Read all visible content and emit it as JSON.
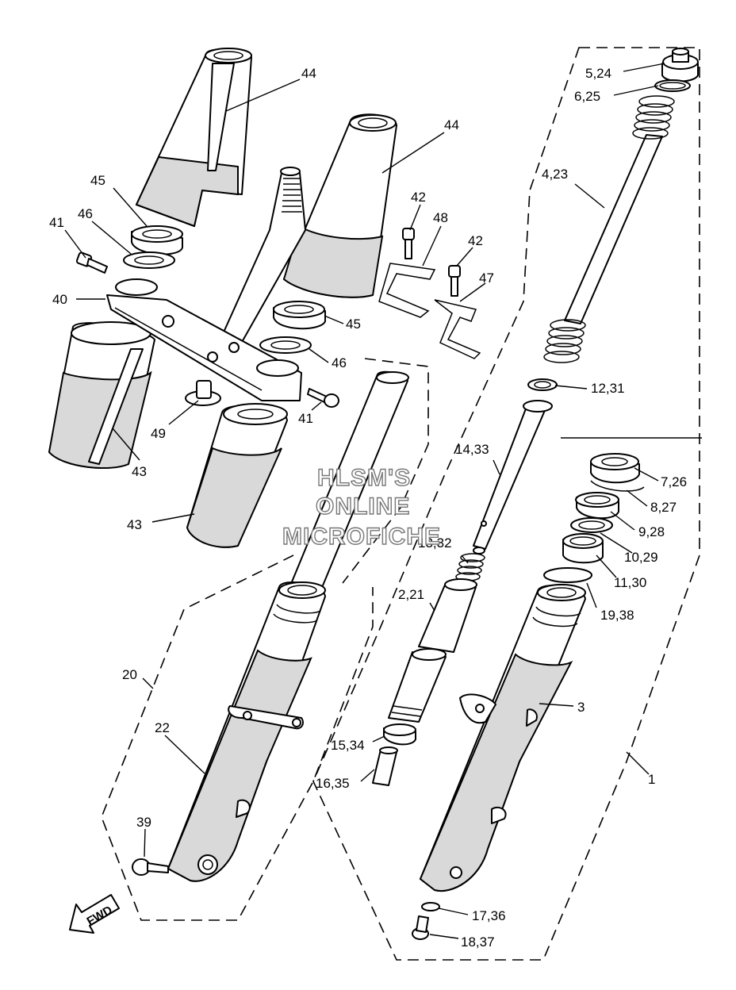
{
  "watermark": [
    "HLSM'S",
    "ONLINE",
    "MICROFICHE"
  ],
  "direction_label": "FWD",
  "callouts": [
    {
      "id": "c44a",
      "text": "44"
    },
    {
      "id": "c44b",
      "text": "44"
    },
    {
      "id": "c45a",
      "text": "45"
    },
    {
      "id": "c46a",
      "text": "46"
    },
    {
      "id": "c41a",
      "text": "41"
    },
    {
      "id": "c40",
      "text": "40"
    },
    {
      "id": "c42a",
      "text": "42"
    },
    {
      "id": "c48",
      "text": "48"
    },
    {
      "id": "c42b",
      "text": "42"
    },
    {
      "id": "c47",
      "text": "47"
    },
    {
      "id": "c45b",
      "text": "45"
    },
    {
      "id": "c46b",
      "text": "46"
    },
    {
      "id": "c41b",
      "text": "41"
    },
    {
      "id": "c49",
      "text": "49"
    },
    {
      "id": "c43a",
      "text": "43"
    },
    {
      "id": "c43b",
      "text": "43"
    },
    {
      "id": "c5",
      "text": "5,24"
    },
    {
      "id": "c6",
      "text": "6,25"
    },
    {
      "id": "c4",
      "text": "4,23"
    },
    {
      "id": "c12",
      "text": "12,31"
    },
    {
      "id": "c14",
      "text": "14,33"
    },
    {
      "id": "c7",
      "text": "7,26"
    },
    {
      "id": "c8",
      "text": "8,27"
    },
    {
      "id": "c9",
      "text": "9,28"
    },
    {
      "id": "c13",
      "text": "13,32"
    },
    {
      "id": "c10",
      "text": "10,29"
    },
    {
      "id": "c11",
      "text": "11,30"
    },
    {
      "id": "c2",
      "text": "2,21"
    },
    {
      "id": "c19",
      "text": "19,38"
    },
    {
      "id": "c20",
      "text": "20"
    },
    {
      "id": "c3",
      "text": "3"
    },
    {
      "id": "c22",
      "text": "22"
    },
    {
      "id": "c15",
      "text": "15,34"
    },
    {
      "id": "c1",
      "text": "1"
    },
    {
      "id": "c16",
      "text": "16,35"
    },
    {
      "id": "c39",
      "text": "39"
    },
    {
      "id": "c17",
      "text": "17,36"
    },
    {
      "id": "c18",
      "text": "18,37"
    }
  ]
}
